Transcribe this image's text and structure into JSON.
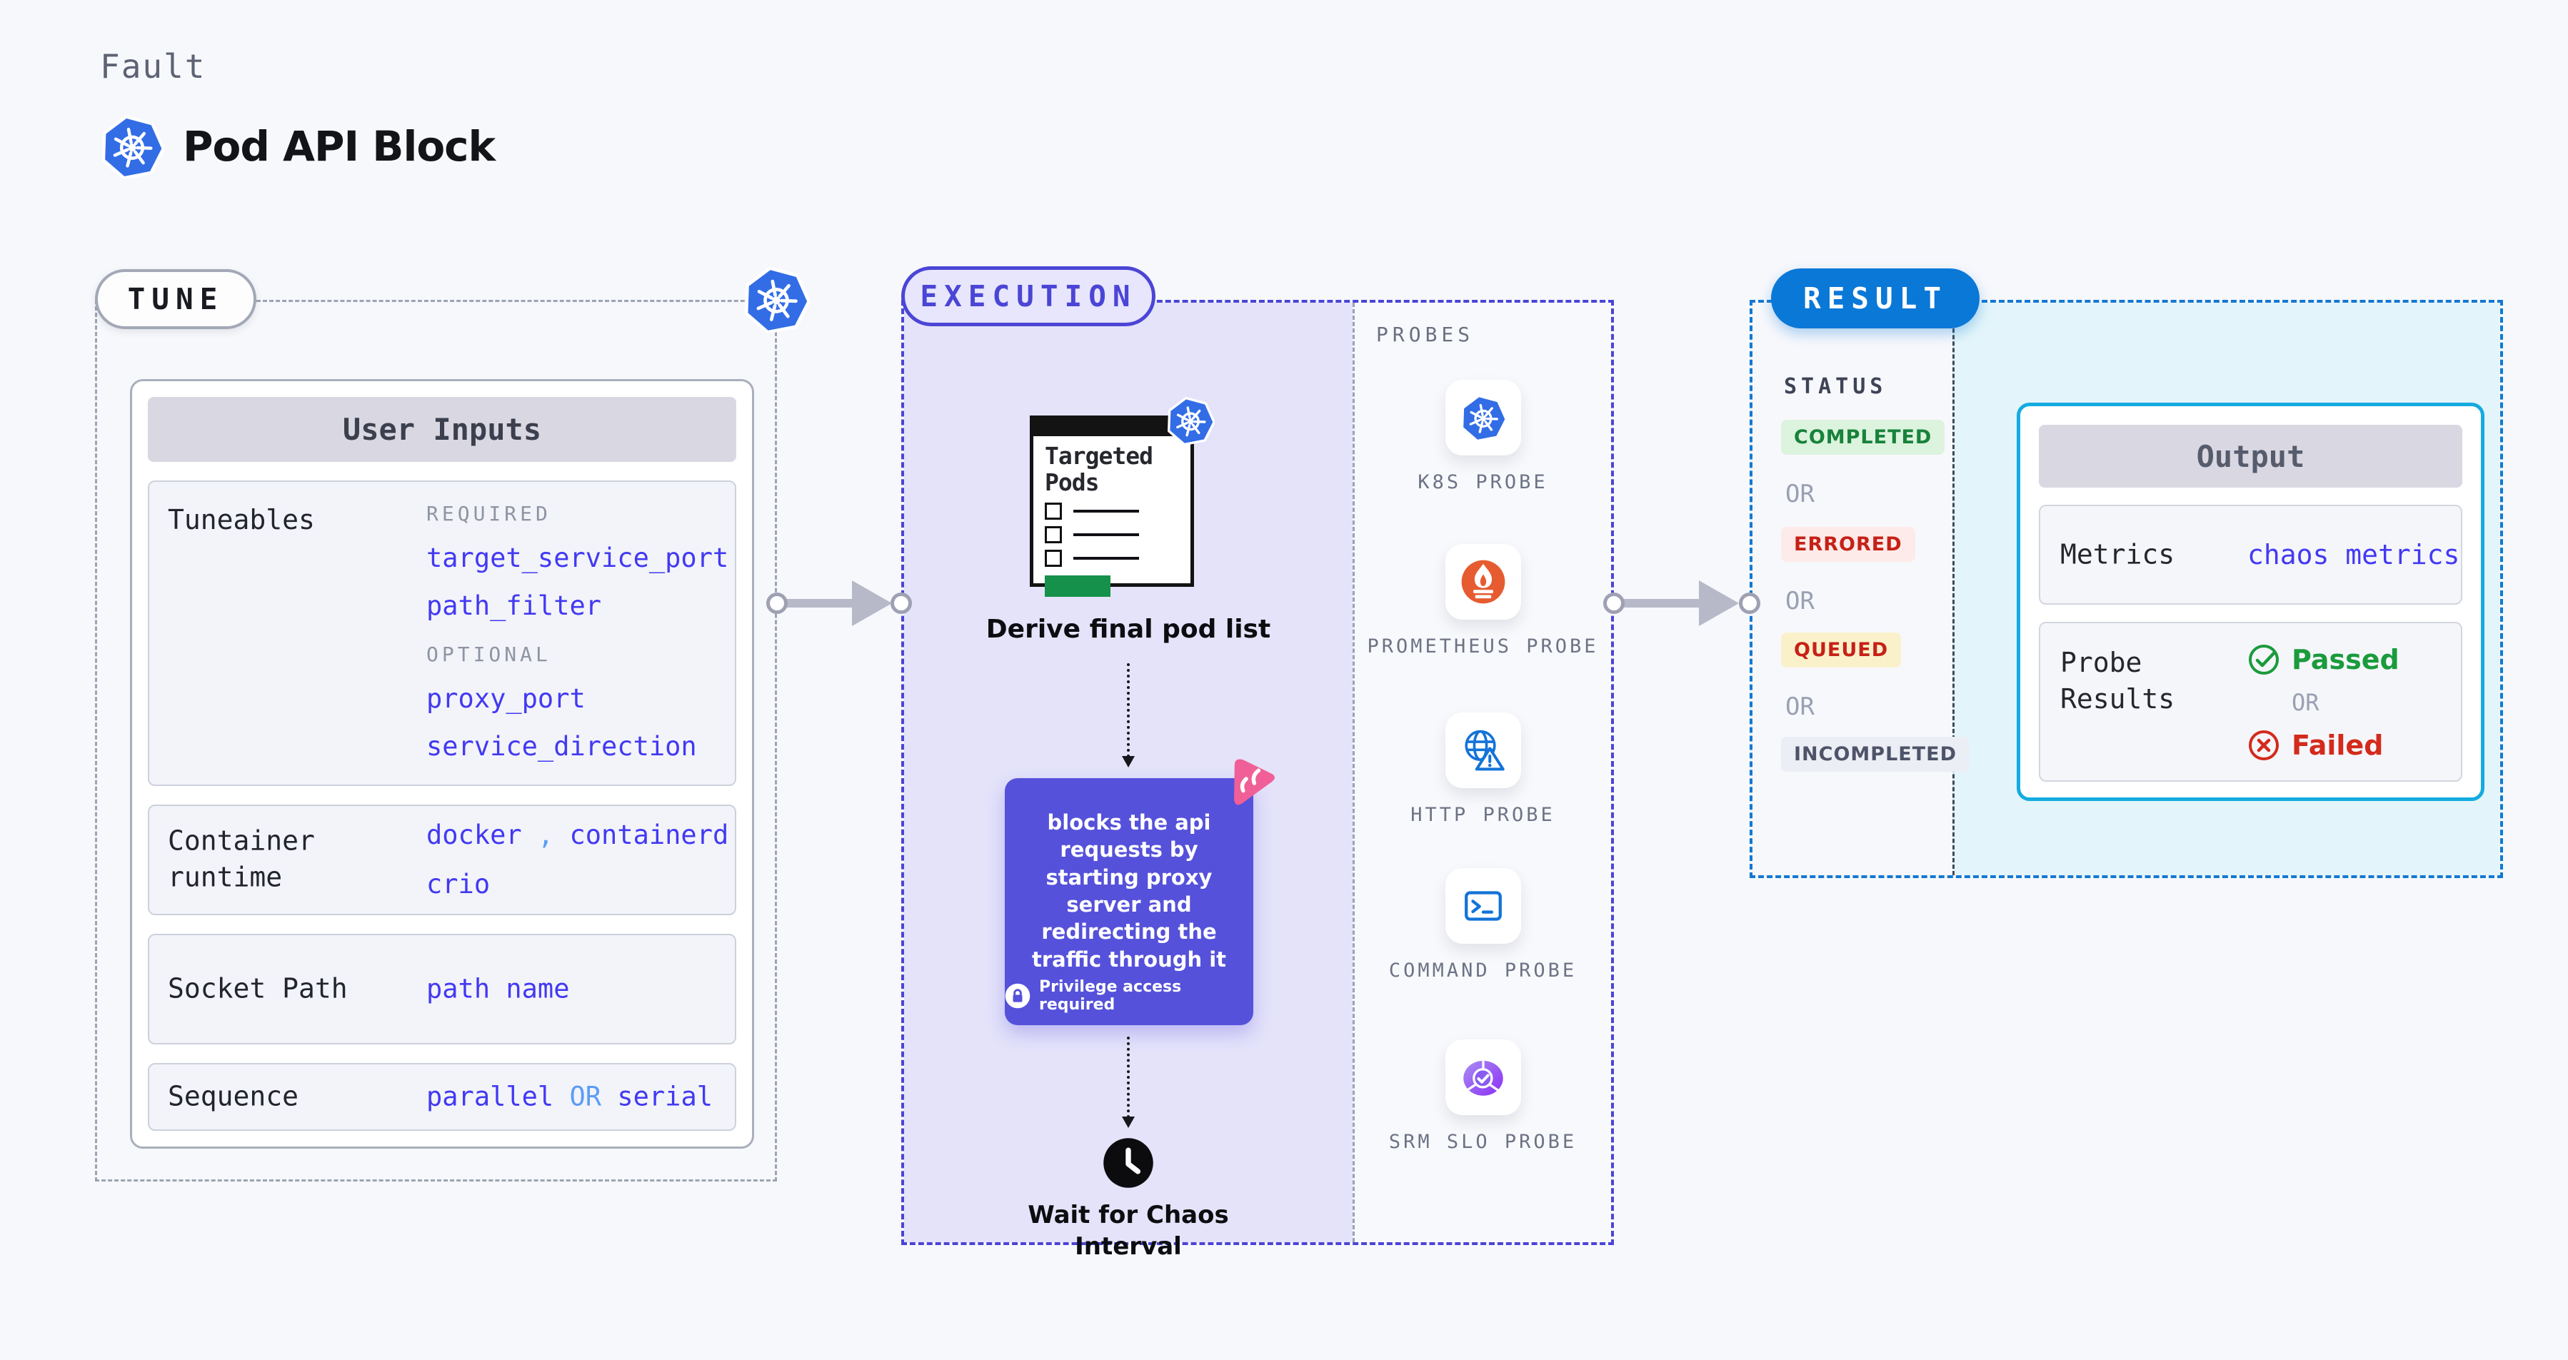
{
  "header": {
    "kicker": "Fault",
    "title": "Pod API Block",
    "logo_icon": "kubernetes-icon"
  },
  "tune": {
    "badge": "TUNE",
    "corner_icon": "kubernetes-icon",
    "user_inputs": {
      "title": "User Inputs",
      "tuneables": {
        "label": "Tuneables",
        "required_label": "REQUIRED",
        "required": [
          "target_service_port",
          "path_filter"
        ],
        "optional_label": "OPTIONAL",
        "optional": [
          "proxy_port",
          "service_direction"
        ]
      },
      "container_runtime": {
        "label": "Container runtime",
        "value_a": "docker",
        "separator": ",",
        "value_b": "containerd",
        "value_c": "crio"
      },
      "socket_path": {
        "label": "Socket Path",
        "value": "path name"
      },
      "sequence": {
        "label": "Sequence",
        "value_a": "parallel",
        "or": "OR",
        "value_b": "serial"
      }
    }
  },
  "execution": {
    "badge": "EXECUTION",
    "targeted_pods_title": "Targeted Pods",
    "derive_label": "Derive final pod list",
    "action_text": "blocks the api requests by starting proxy server and redirecting the traffic through it",
    "action_note": "Privilege access required",
    "wait_label": "Wait for Chaos Interval",
    "probes_title": "PROBES",
    "probes": {
      "items": [
        {
          "label": "K8S PROBE",
          "icon": "kubernetes-icon"
        },
        {
          "label": "PROMETHEUS PROBE",
          "icon": "prometheus-icon"
        },
        {
          "label": "HTTP PROBE",
          "icon": "http-globe-warning-icon"
        },
        {
          "label": "COMMAND PROBE",
          "icon": "terminal-icon"
        },
        {
          "label": "SRM SLO PROBE",
          "icon": "slo-pie-check-icon"
        }
      ]
    }
  },
  "result": {
    "badge": "RESULT",
    "status": {
      "title": "STATUS",
      "or": "OR",
      "items": [
        {
          "label": "COMPLETED",
          "fg": "#17823b",
          "bg": "#dcf3dd"
        },
        {
          "label": "ERRORED",
          "fg": "#c62117",
          "bg": "#fcebe9"
        },
        {
          "label": "QUEUED",
          "fg": "#c62117",
          "bg": "#faf1cb"
        },
        {
          "label": "INCOMPLETED",
          "fg": "#4e5468",
          "bg": "#eceef5"
        }
      ]
    },
    "output": {
      "title": "Output",
      "metrics_label": "Metrics",
      "metrics_value": "chaos metrics",
      "probe_results_label": "Probe Results",
      "passed_label": "Passed",
      "or": "OR",
      "failed_label": "Failed"
    }
  },
  "colors": {
    "accent_indigo": "#4b45d6",
    "accent_blue": "#0a78d7",
    "accent_cyan": "#14abdf",
    "value_blue": "#4339f2",
    "value_blue_light": "#5d9cf6",
    "execution_bg": "#e4e3fa",
    "result_bg": "#e3f5fa",
    "action_box": "#5551da",
    "pink_icon": "#f05f97",
    "passed_green": "#1a9b3c",
    "failed_red": "#d42a1c",
    "k8s_blue": "#326de6",
    "prometheus_orange": "#e65c30",
    "targeted_green": "#15914b"
  }
}
